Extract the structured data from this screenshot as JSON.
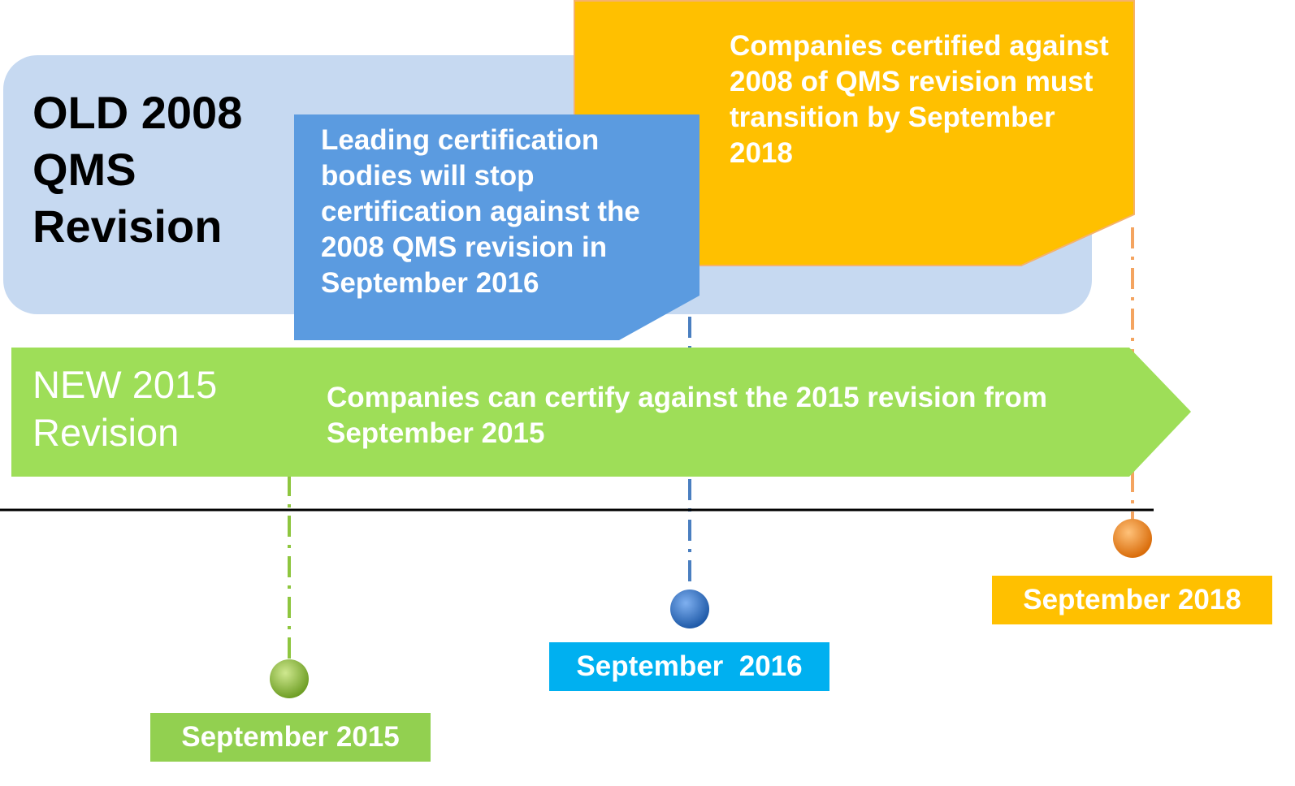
{
  "old_revision": {
    "title": "OLD 2008 QMS Revision",
    "color": "#c6d9f1"
  },
  "new_revision": {
    "title": "NEW 2015 Revision",
    "color": "#9ede58"
  },
  "callouts": {
    "blue": {
      "text": "Leading certification bodies will stop certification against the 2008 QMS revision in September 2016",
      "color": "#5b9be0"
    },
    "orange": {
      "text": "Companies certified against 2008 of QMS revision must transition by September 2018",
      "color": "#ffc000"
    },
    "green": {
      "text": "Companies can certify against the 2015 revision from September 2015"
    }
  },
  "milestones": [
    {
      "label": "September 2015",
      "marker_color": "#8ec63f",
      "label_color": "#92d050"
    },
    {
      "label": "September  2016",
      "marker_color": "#2e75d0",
      "label_color": "#00b0f0"
    },
    {
      "label": "September 2018",
      "marker_color": "#f28a1e",
      "label_color": "#ffc000"
    }
  ]
}
